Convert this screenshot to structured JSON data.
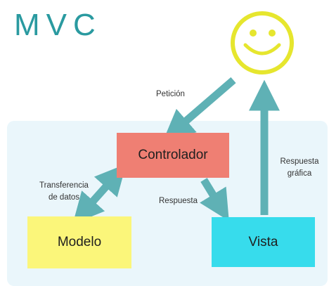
{
  "diagram": {
    "title": "MVC",
    "nodes": {
      "controlador": "Controlador",
      "modelo": "Modelo",
      "vista": "Vista"
    },
    "edges": {
      "peticion": "Petición",
      "transferencia_line1": "Transferencia",
      "transferencia_line2": "de datos",
      "respuesta": "Respuesta",
      "respuesta_grafica_line1": "Respuesta",
      "respuesta_grafica_line2": "gráfica"
    },
    "actor": {
      "icon": "smiley-face-icon"
    }
  },
  "colors": {
    "title": "#2a9aa0",
    "arrow": "#5fb1b5",
    "controlador": "#ef7f73",
    "modelo": "#fbf67a",
    "vista": "#37dcec",
    "smiley": "#e6e62e",
    "panel": "#eaf6fb"
  }
}
